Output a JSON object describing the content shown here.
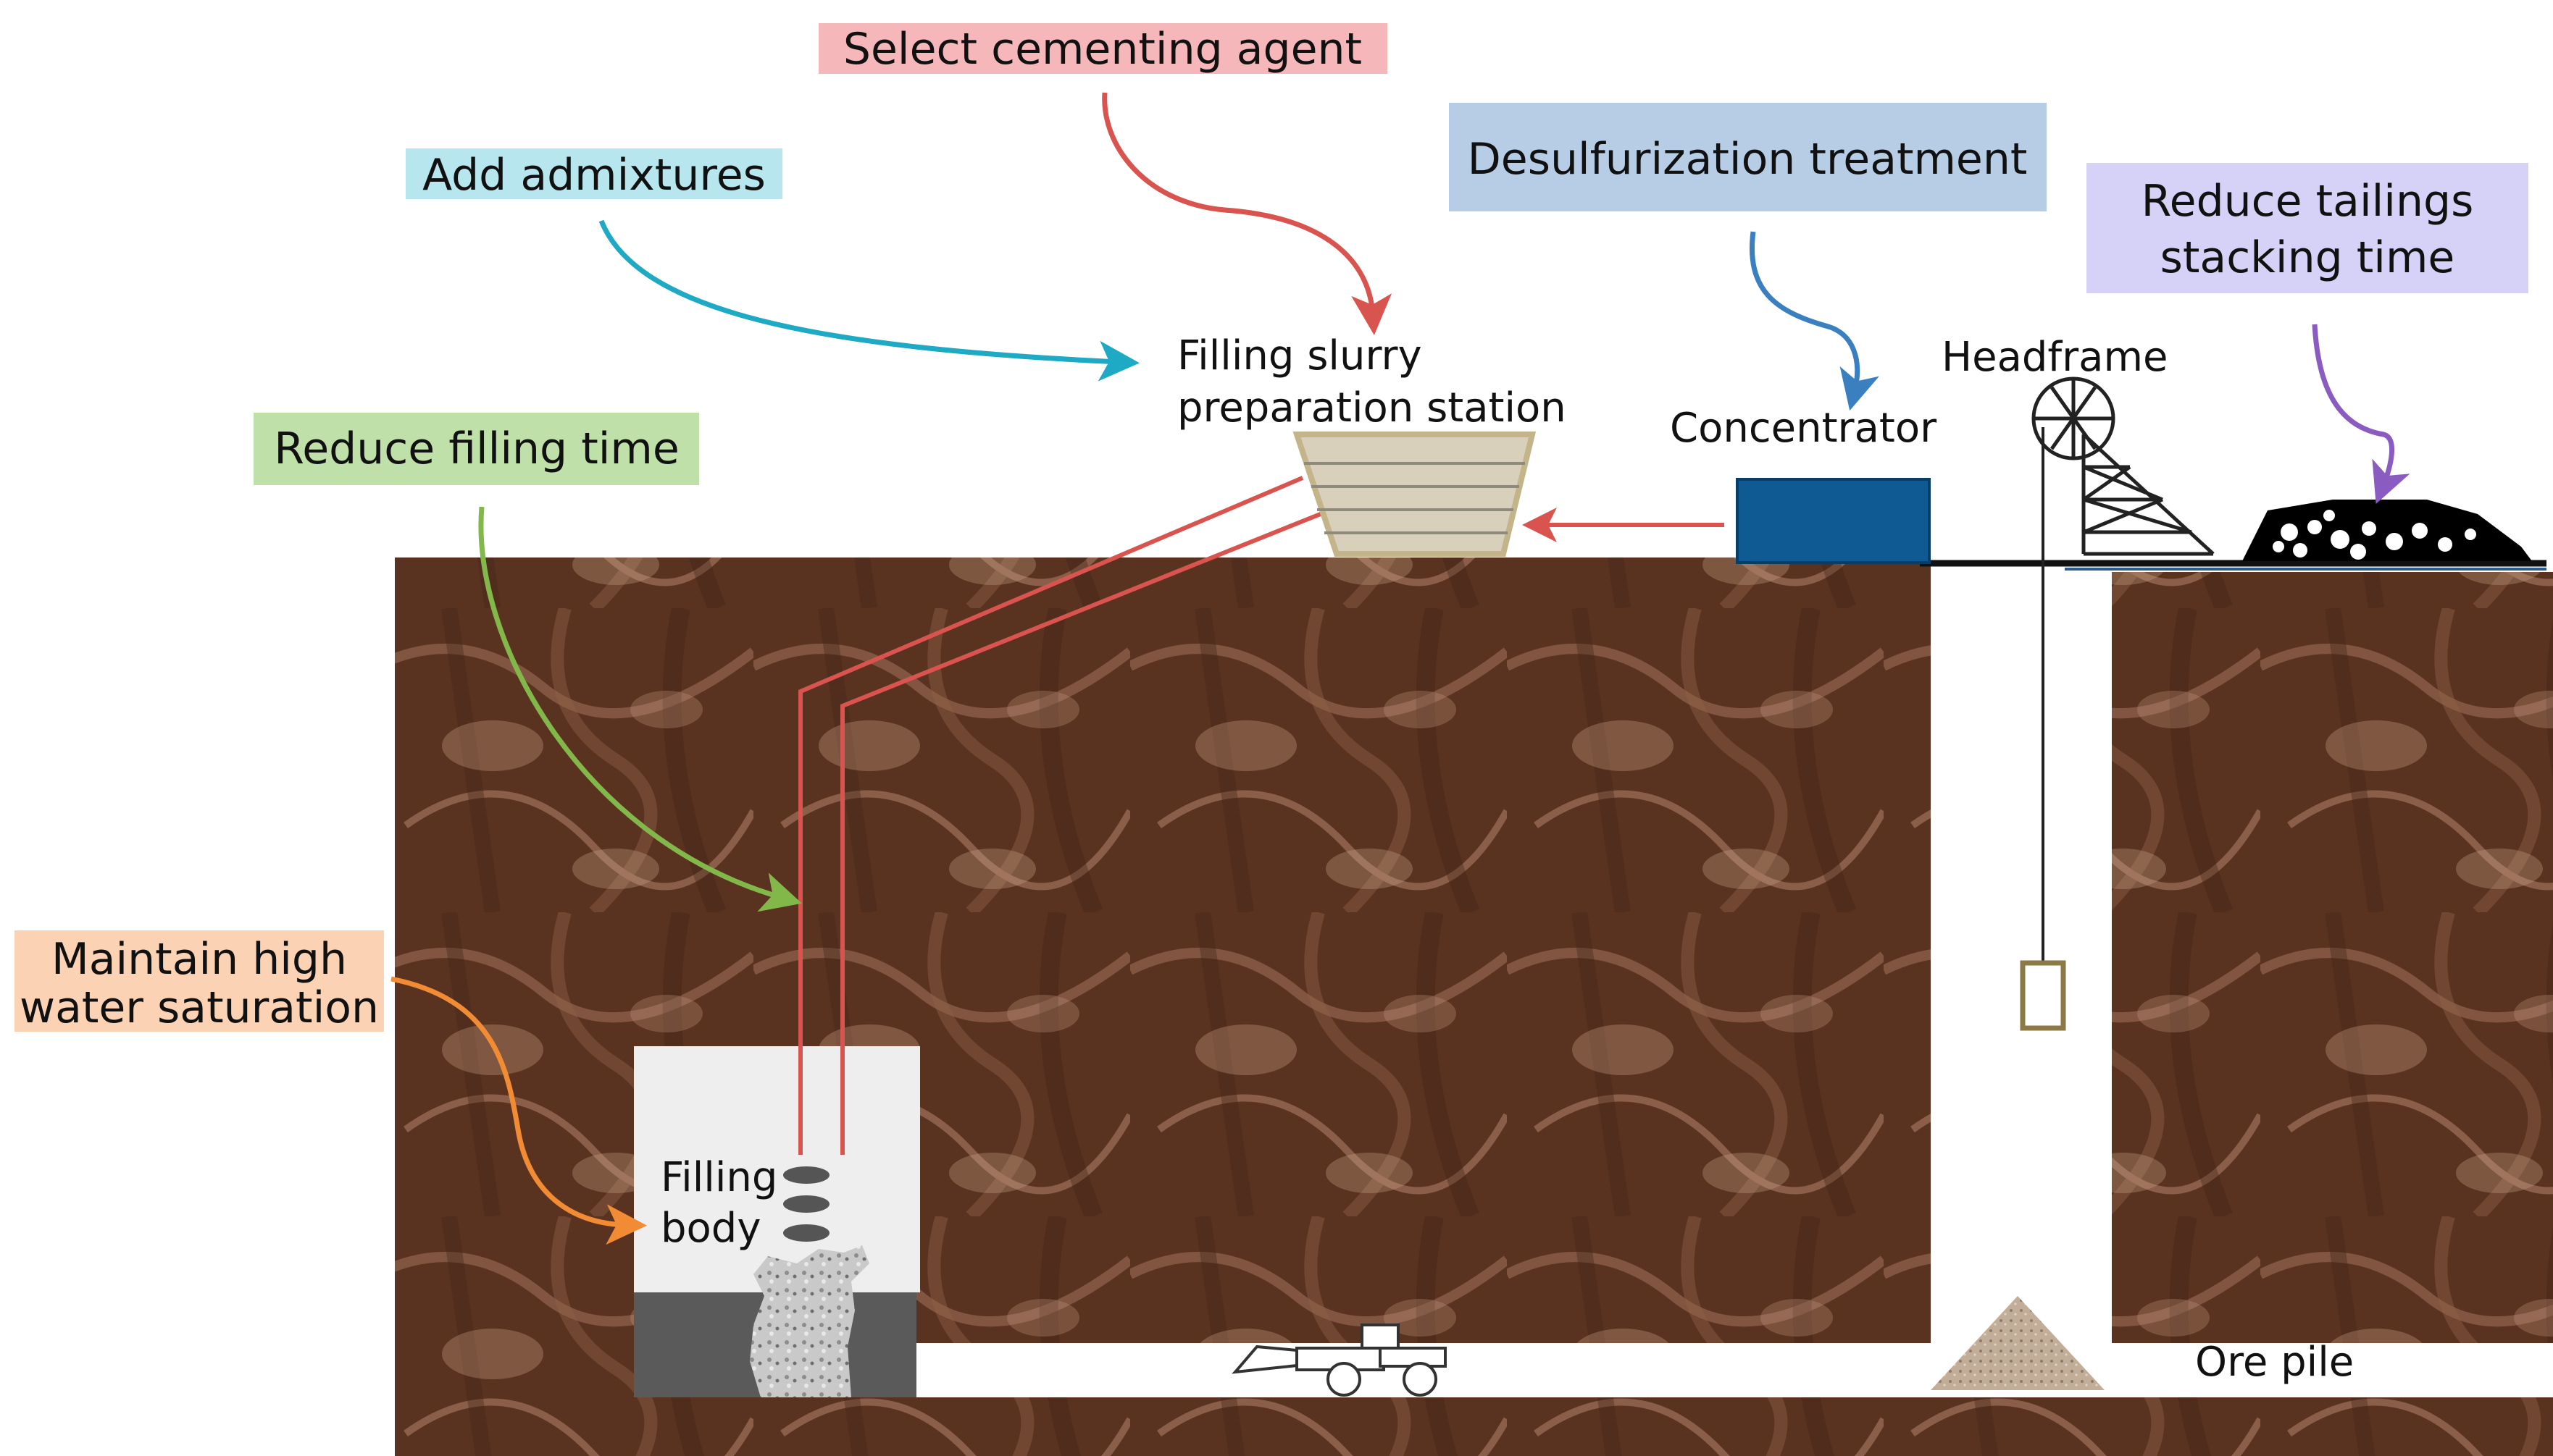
{
  "labels": {
    "select_cementing_agent": "Select cementing agent",
    "add_admixtures": "Add admixtures",
    "desulfurization_treatment": "Desulfurization treatment",
    "reduce_tailings_line1": "Reduce tailings",
    "reduce_tailings_line2": "stacking time",
    "reduce_filling_time": "Reduce filling time",
    "maintain_line1": "Maintain high",
    "maintain_line2": "water saturation",
    "filling_station_line1": "Filling slurry",
    "filling_station_line2": "preparation station",
    "concentrator": "Concentrator",
    "headframe": "Headframe",
    "filling_body_line1": "Filling",
    "filling_body_line2": "body",
    "ore_pile": "Ore pile"
  },
  "colors": {
    "cementing": "#f5b7b9",
    "admixtures": "#b8e6ef",
    "desulfurization": "#b7cde6",
    "tailings": "#d6d1f7",
    "filling_time": "#bfe0a9",
    "saturation": "#fbd3b4",
    "arrow_red": "#d9534f",
    "arrow_cyan": "#1eaac4",
    "arrow_blue": "#3a7fc0",
    "arrow_purple": "#8a5cc2",
    "arrow_green": "#82b84a",
    "arrow_orange": "#f28c34",
    "pipe_red": "#d9534f",
    "concentrator_fill": "#0f5a92",
    "rock": "#5a3320"
  }
}
